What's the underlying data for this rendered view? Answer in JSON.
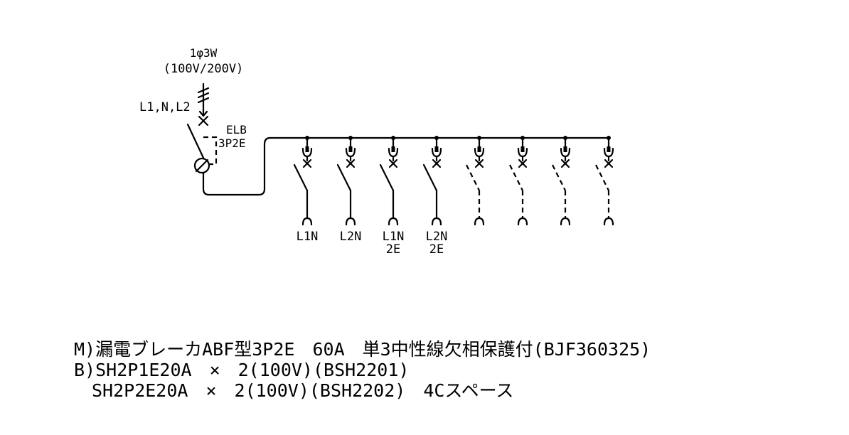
{
  "supply": {
    "phase": "1φ3W",
    "voltage": "(100V/200V)",
    "conductors": "L1,N,L2"
  },
  "main_breaker": {
    "type": "ELB",
    "poles": "3P2E"
  },
  "branches": [
    {
      "label": "L1N",
      "sub": "",
      "installed": true
    },
    {
      "label": "L2N",
      "sub": "",
      "installed": true
    },
    {
      "label": "L1N",
      "sub": "2E",
      "installed": true
    },
    {
      "label": "L2N",
      "sub": "2E",
      "installed": true
    },
    {
      "label": "",
      "sub": "",
      "installed": false
    },
    {
      "label": "",
      "sub": "",
      "installed": false
    },
    {
      "label": "",
      "sub": "",
      "installed": false
    },
    {
      "label": "",
      "sub": "",
      "installed": false
    }
  ],
  "notes": [
    "M)漏電ブレーカABF型3P2E　60A　単3中性線欠相保護付(BJF360325)",
    "B)SH2P1E20A　×　2(100V)(BSH2201)",
    "　SH2P2E20A　×　2(100V)(BSH2202)　4Cスペース"
  ]
}
